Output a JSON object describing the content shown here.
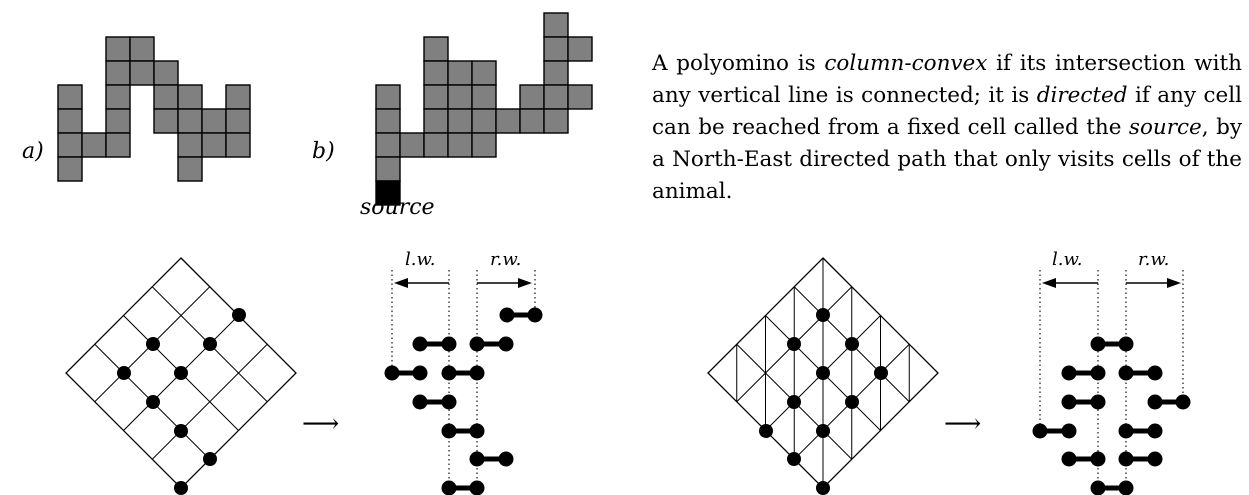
{
  "labels": {
    "panel_a": "a)",
    "panel_b": "b)",
    "source": "source",
    "left_width": "l.w.",
    "right_width": "r.w.",
    "arrow": "⟶"
  },
  "description": {
    "part1": "A polyomino is ",
    "term1": "column-convex",
    "part2": " if its intersection with any vertical line is connected; it is ",
    "term2": "directed",
    "part3": " if any cell can be reached from a fixed cell called the ",
    "term3": "source",
    "part4": ", by a North-East directed path that only visits cells of the animal."
  },
  "colors": {
    "cell_fill": "#808080",
    "source_fill": "#000000",
    "ink": "#000000"
  }
}
